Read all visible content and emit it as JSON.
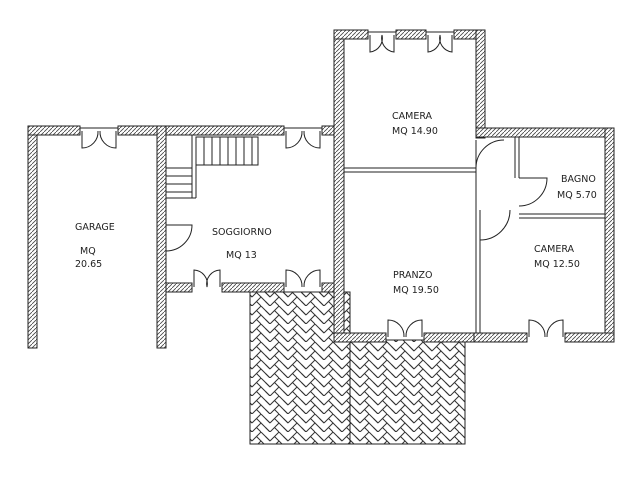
{
  "colors": {
    "background": "#ffffff",
    "ink": "#222222",
    "hatch": "#444444"
  },
  "rooms": [
    {
      "id": "garage",
      "name": "GARAGE",
      "area": "MQ\n20.65"
    },
    {
      "id": "soggiorno",
      "name": "SOGGIORNO",
      "area": "MQ 13"
    },
    {
      "id": "camera1",
      "name": "CAMERA",
      "area": "MQ 14.90"
    },
    {
      "id": "bagno",
      "name": "BAGNO",
      "area": "MQ 5.70"
    },
    {
      "id": "pranzo",
      "name": "PRANZO",
      "area": "MQ 19.50"
    },
    {
      "id": "camera2",
      "name": "CAMERA",
      "area": "MQ 12.50"
    }
  ]
}
